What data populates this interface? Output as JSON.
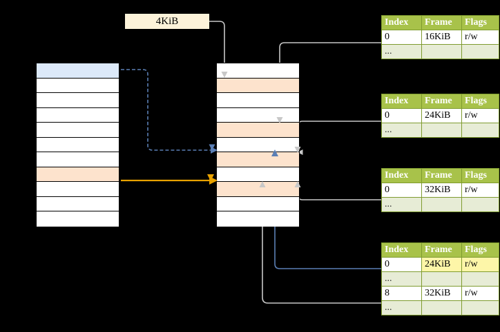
{
  "diagram": {
    "title": "multi-level page table address translation diagram",
    "colors": {
      "header_green": "#a8c24a",
      "row_dim_green": "#e7ecd6",
      "highlight_yellow": "#fdf6a8",
      "peach": "#fde3cd",
      "blue_fill": "#dce9f9",
      "orange_arrow": "#e8a200",
      "blue_arrow": "#5b7fb5",
      "gray_arrow": "#c8c8c8",
      "label_bg": "#fdf3da",
      "background": "#000000"
    },
    "size_label": {
      "text": "4KiB"
    },
    "left_column": {
      "name": "virtual-address-space",
      "row_count": 11,
      "rows": [
        {
          "index": 0,
          "fill": "blue"
        },
        {
          "index": 1,
          "fill": "white"
        },
        {
          "index": 2,
          "fill": "white"
        },
        {
          "index": 3,
          "fill": "white"
        },
        {
          "index": 4,
          "fill": "white"
        },
        {
          "index": 5,
          "fill": "white"
        },
        {
          "index": 6,
          "fill": "white"
        },
        {
          "index": 7,
          "fill": "peach"
        },
        {
          "index": 8,
          "fill": "white"
        },
        {
          "index": 9,
          "fill": "white"
        },
        {
          "index": 10,
          "fill": "white"
        }
      ]
    },
    "middle_column": {
      "name": "physical-memory",
      "row_count": 11,
      "rows": [
        {
          "index": 0,
          "fill": "white"
        },
        {
          "index": 1,
          "fill": "peach"
        },
        {
          "index": 2,
          "fill": "white"
        },
        {
          "index": 3,
          "fill": "white"
        },
        {
          "index": 4,
          "fill": "peach"
        },
        {
          "index": 5,
          "fill": "white"
        },
        {
          "index": 6,
          "fill": "peach"
        },
        {
          "index": 7,
          "fill": "white"
        },
        {
          "index": 8,
          "fill": "peach"
        },
        {
          "index": 9,
          "fill": "white"
        },
        {
          "index": 10,
          "fill": "white"
        }
      ]
    },
    "tables": [
      {
        "name": "page-table-level-1",
        "headers": [
          "Index",
          "Frame",
          "Flags"
        ],
        "rows": [
          {
            "cells": [
              "0",
              "16KiB",
              "r/w"
            ],
            "style": "normal"
          },
          {
            "cells": [
              "...",
              "",
              ""
            ],
            "style": "dim"
          }
        ]
      },
      {
        "name": "page-table-level-2",
        "headers": [
          "Index",
          "Frame",
          "Flags"
        ],
        "rows": [
          {
            "cells": [
              "0",
              "24KiB",
              "r/w"
            ],
            "style": "normal"
          },
          {
            "cells": [
              "...",
              "",
              ""
            ],
            "style": "dim"
          }
        ]
      },
      {
        "name": "page-table-level-3",
        "headers": [
          "Index",
          "Frame",
          "Flags"
        ],
        "rows": [
          {
            "cells": [
              "0",
              "32KiB",
              "r/w"
            ],
            "style": "normal"
          },
          {
            "cells": [
              "...",
              "",
              ""
            ],
            "style": "dim"
          }
        ]
      },
      {
        "name": "page-table-level-4",
        "headers": [
          "Index",
          "Frame",
          "Flags"
        ],
        "rows": [
          {
            "cells": [
              "0",
              "24KiB",
              "r/w"
            ],
            "style": "highlight"
          },
          {
            "cells": [
              "...",
              "",
              ""
            ],
            "style": "dim"
          },
          {
            "cells": [
              "8",
              "32KiB",
              "r/w"
            ],
            "style": "normal"
          },
          {
            "cells": [
              "...",
              "",
              ""
            ],
            "style": "dim"
          }
        ]
      }
    ]
  }
}
